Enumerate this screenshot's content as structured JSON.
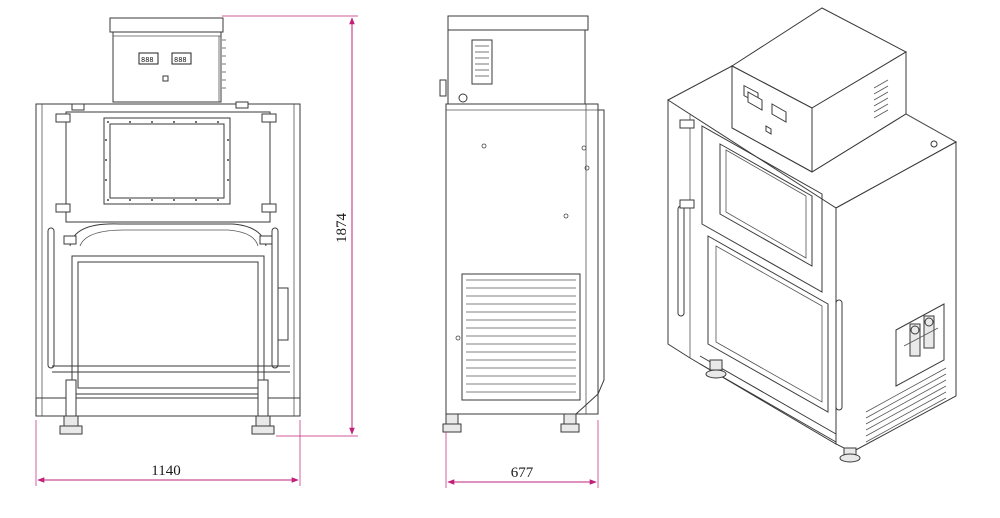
{
  "dimensions": {
    "front_width": "1140",
    "height": "1874",
    "side_depth": "677"
  },
  "colors": {
    "dimension_line": "#c0207a",
    "outline": "#3a3a3a"
  }
}
